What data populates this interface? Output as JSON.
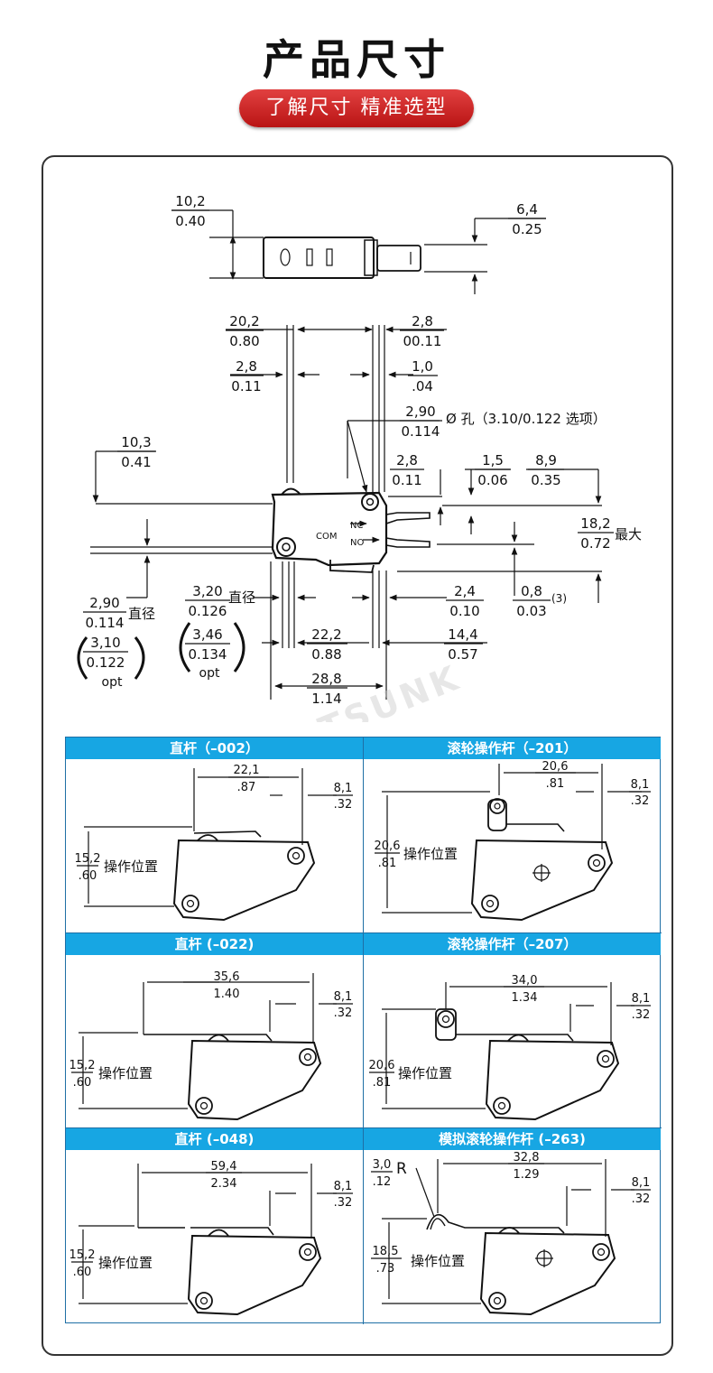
{
  "header": {
    "title": "产品尺寸",
    "subtitle": "了解尺寸 精准选型"
  },
  "main": {
    "dims": {
      "a": [
        "10,2",
        "0.40"
      ],
      "b": [
        "6,4",
        "0.25"
      ],
      "c": [
        "20,2",
        "0.80"
      ],
      "d": [
        "2,8",
        "00.11"
      ],
      "e": [
        "2,8",
        "0.11"
      ],
      "f": [
        "1,0",
        ".04"
      ],
      "g": [
        "2,90",
        "0.114"
      ],
      "hole": "Ø 孔（3.10/0.122 选项）",
      "h": [
        "10,3",
        "0.41"
      ],
      "i": [
        "2,8",
        "0.11"
      ],
      "j": [
        "1,5",
        "0.06"
      ],
      "k": [
        "8,9",
        "0.35"
      ],
      "l": [
        "18,2",
        "0.72"
      ],
      "max": "最大",
      "m": [
        "2,4",
        "0.10"
      ],
      "n": [
        "0,8",
        "0.03"
      ],
      "n_note": "(3)",
      "o": [
        "2,90",
        "0.114"
      ],
      "dia": "直径",
      "p": [
        "3,10",
        "0.122"
      ],
      "opt": "opt",
      "q": [
        "3,20",
        "0.126"
      ],
      "r": [
        "3,46",
        "0.134"
      ],
      "s": [
        "22,2",
        "0.88"
      ],
      "t": [
        "14,4",
        "0.57"
      ],
      "u": [
        "28,8",
        "1.14"
      ],
      "nc": "NC",
      "no": "NO",
      "com": "COM"
    },
    "watermark": "EASTSUNK"
  },
  "cells": [
    {
      "title": "直杆（–002）",
      "w": [
        "22,1",
        ".87"
      ],
      "r": [
        "8,1",
        ".32"
      ],
      "h": [
        "15,2",
        ".60"
      ],
      "op": "操作位置"
    },
    {
      "title": "滚轮操作杆（–201）",
      "w": [
        "20,6",
        ".81"
      ],
      "r": [
        "8,1",
        ".32"
      ],
      "h": [
        "20,6",
        ".81"
      ],
      "op": "操作位置"
    },
    {
      "title": "直杆 (–022)",
      "w": [
        "35,6",
        "1.40"
      ],
      "r": [
        "8,1",
        ".32"
      ],
      "h": [
        "15,2",
        ".60"
      ],
      "op": "操作位置"
    },
    {
      "title": "滚轮操作杆（–207）",
      "w": [
        "34,0",
        "1.34"
      ],
      "r": [
        "8,1",
        ".32"
      ],
      "h": [
        "20,6",
        ".81"
      ],
      "op": "操作位置"
    },
    {
      "title": "直杆 (–048)",
      "w": [
        "59,4",
        "2.34"
      ],
      "r": [
        "8,1",
        ".32"
      ],
      "h": [
        "15,2",
        ".60"
      ],
      "op": "操作位置"
    },
    {
      "title": "模拟滚轮操作杆 (–263)",
      "w": [
        "32,8",
        "1.29"
      ],
      "r": [
        "8,1",
        ".32"
      ],
      "h": [
        "18,5",
        ".73"
      ],
      "op": "操作位置",
      "rad": [
        "3,0",
        ".12"
      ],
      "R": "R"
    }
  ]
}
